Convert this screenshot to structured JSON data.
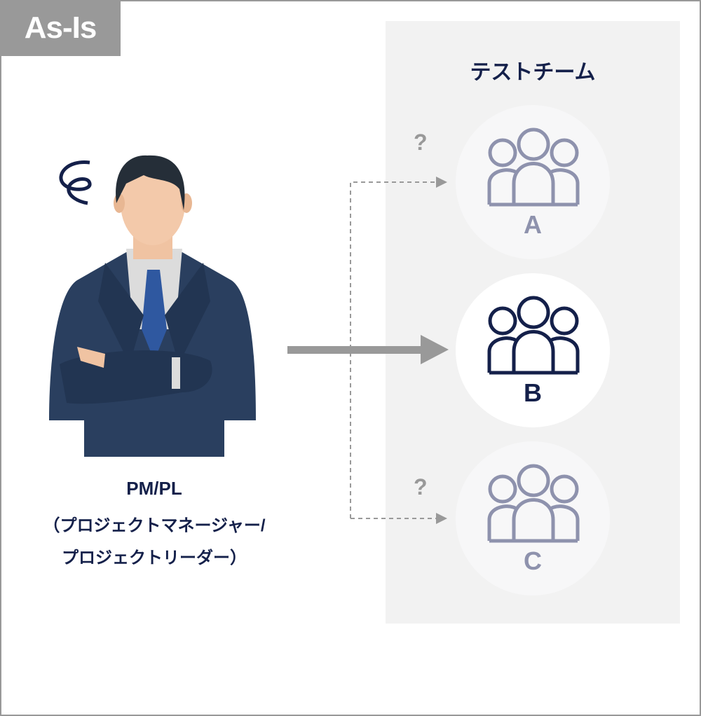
{
  "tag": "As-Is",
  "team": {
    "title": "テストチーム",
    "groups": [
      {
        "label": "A",
        "active": false
      },
      {
        "label": "B",
        "active": true
      },
      {
        "label": "C",
        "active": false
      }
    ],
    "question_mark": "?"
  },
  "pm": {
    "title": "PM/PL",
    "line1": "（プロジェクトマネージャー/",
    "line2": "プロジェクトリーダー）"
  },
  "colors": {
    "navy": "#14204a",
    "inactive": "#8e92ad",
    "gray": "#999999"
  }
}
